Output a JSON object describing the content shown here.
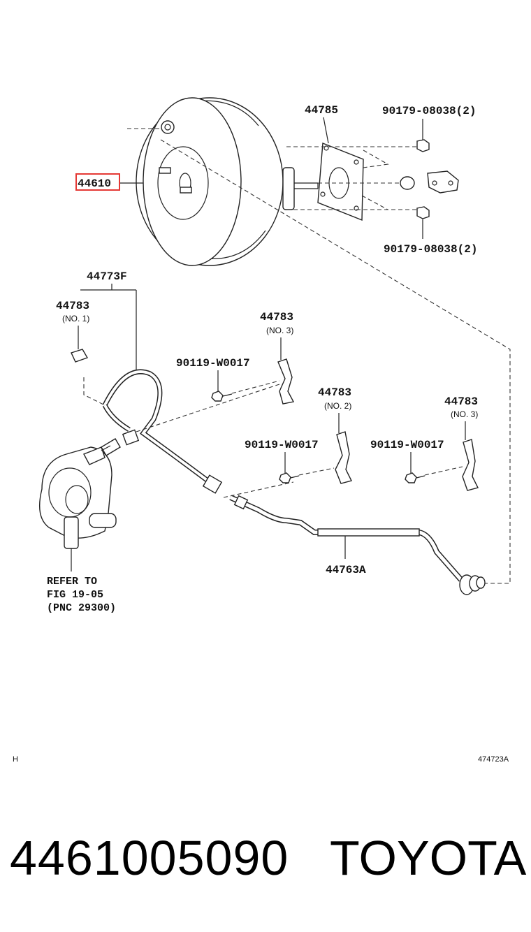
{
  "callouts": {
    "booster": "44610",
    "gasket": "44785",
    "nut_top": "90179-08038(2)",
    "nut_bottom": "90179-08038(2)",
    "hose_assy": "44773F",
    "clamp1": "44783",
    "clamp1_sub": "(NO. 1)",
    "clamp3a": "44783",
    "clamp3a_sub": "(NO. 3)",
    "clamp2": "44783",
    "clamp2_sub": "(NO. 2)",
    "clamp3b": "44783",
    "clamp3b_sub": "(NO. 3)",
    "bolt1": "90119-W0017",
    "bolt2": "90119-W0017",
    "bolt3": "90119-W0017",
    "tube": "44763A"
  },
  "refer_note": {
    "line1": "REFER TO",
    "line2": "FIG 19-05",
    "line3": "(PNC 29300)"
  },
  "corner_left": "H",
  "corner_right": "474723A",
  "footer": {
    "part_number": "4461005090",
    "brand": "TOYOTA"
  },
  "colors": {
    "highlight": "#e53935",
    "line": "#222222"
  }
}
